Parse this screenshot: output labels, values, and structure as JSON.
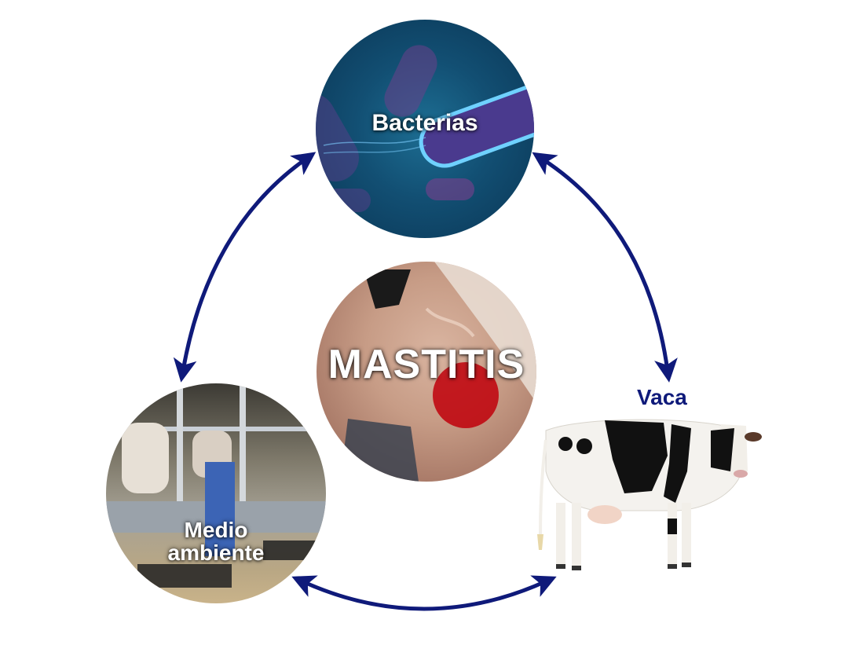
{
  "diagram": {
    "center": {
      "label": "MASTITIS"
    },
    "nodes": [
      {
        "id": "bacterias",
        "label": "Bacterias"
      },
      {
        "id": "medio-ambiente",
        "label_line1": "Medio",
        "label_line2": "ambiente"
      },
      {
        "id": "vaca",
        "label": "Vaca"
      }
    ],
    "arrows": [
      {
        "from": "bacterias",
        "to": "medio-ambiente",
        "bidirectional": true
      },
      {
        "from": "bacterias",
        "to": "vaca",
        "bidirectional": true
      },
      {
        "from": "medio-ambiente",
        "to": "vaca",
        "bidirectional": true
      }
    ],
    "colors": {
      "arrow": "#0f1a7a",
      "label_dark": "#0f1a7a",
      "label_light": "#ffffff",
      "mastitis_spot": "#c0000a"
    }
  }
}
